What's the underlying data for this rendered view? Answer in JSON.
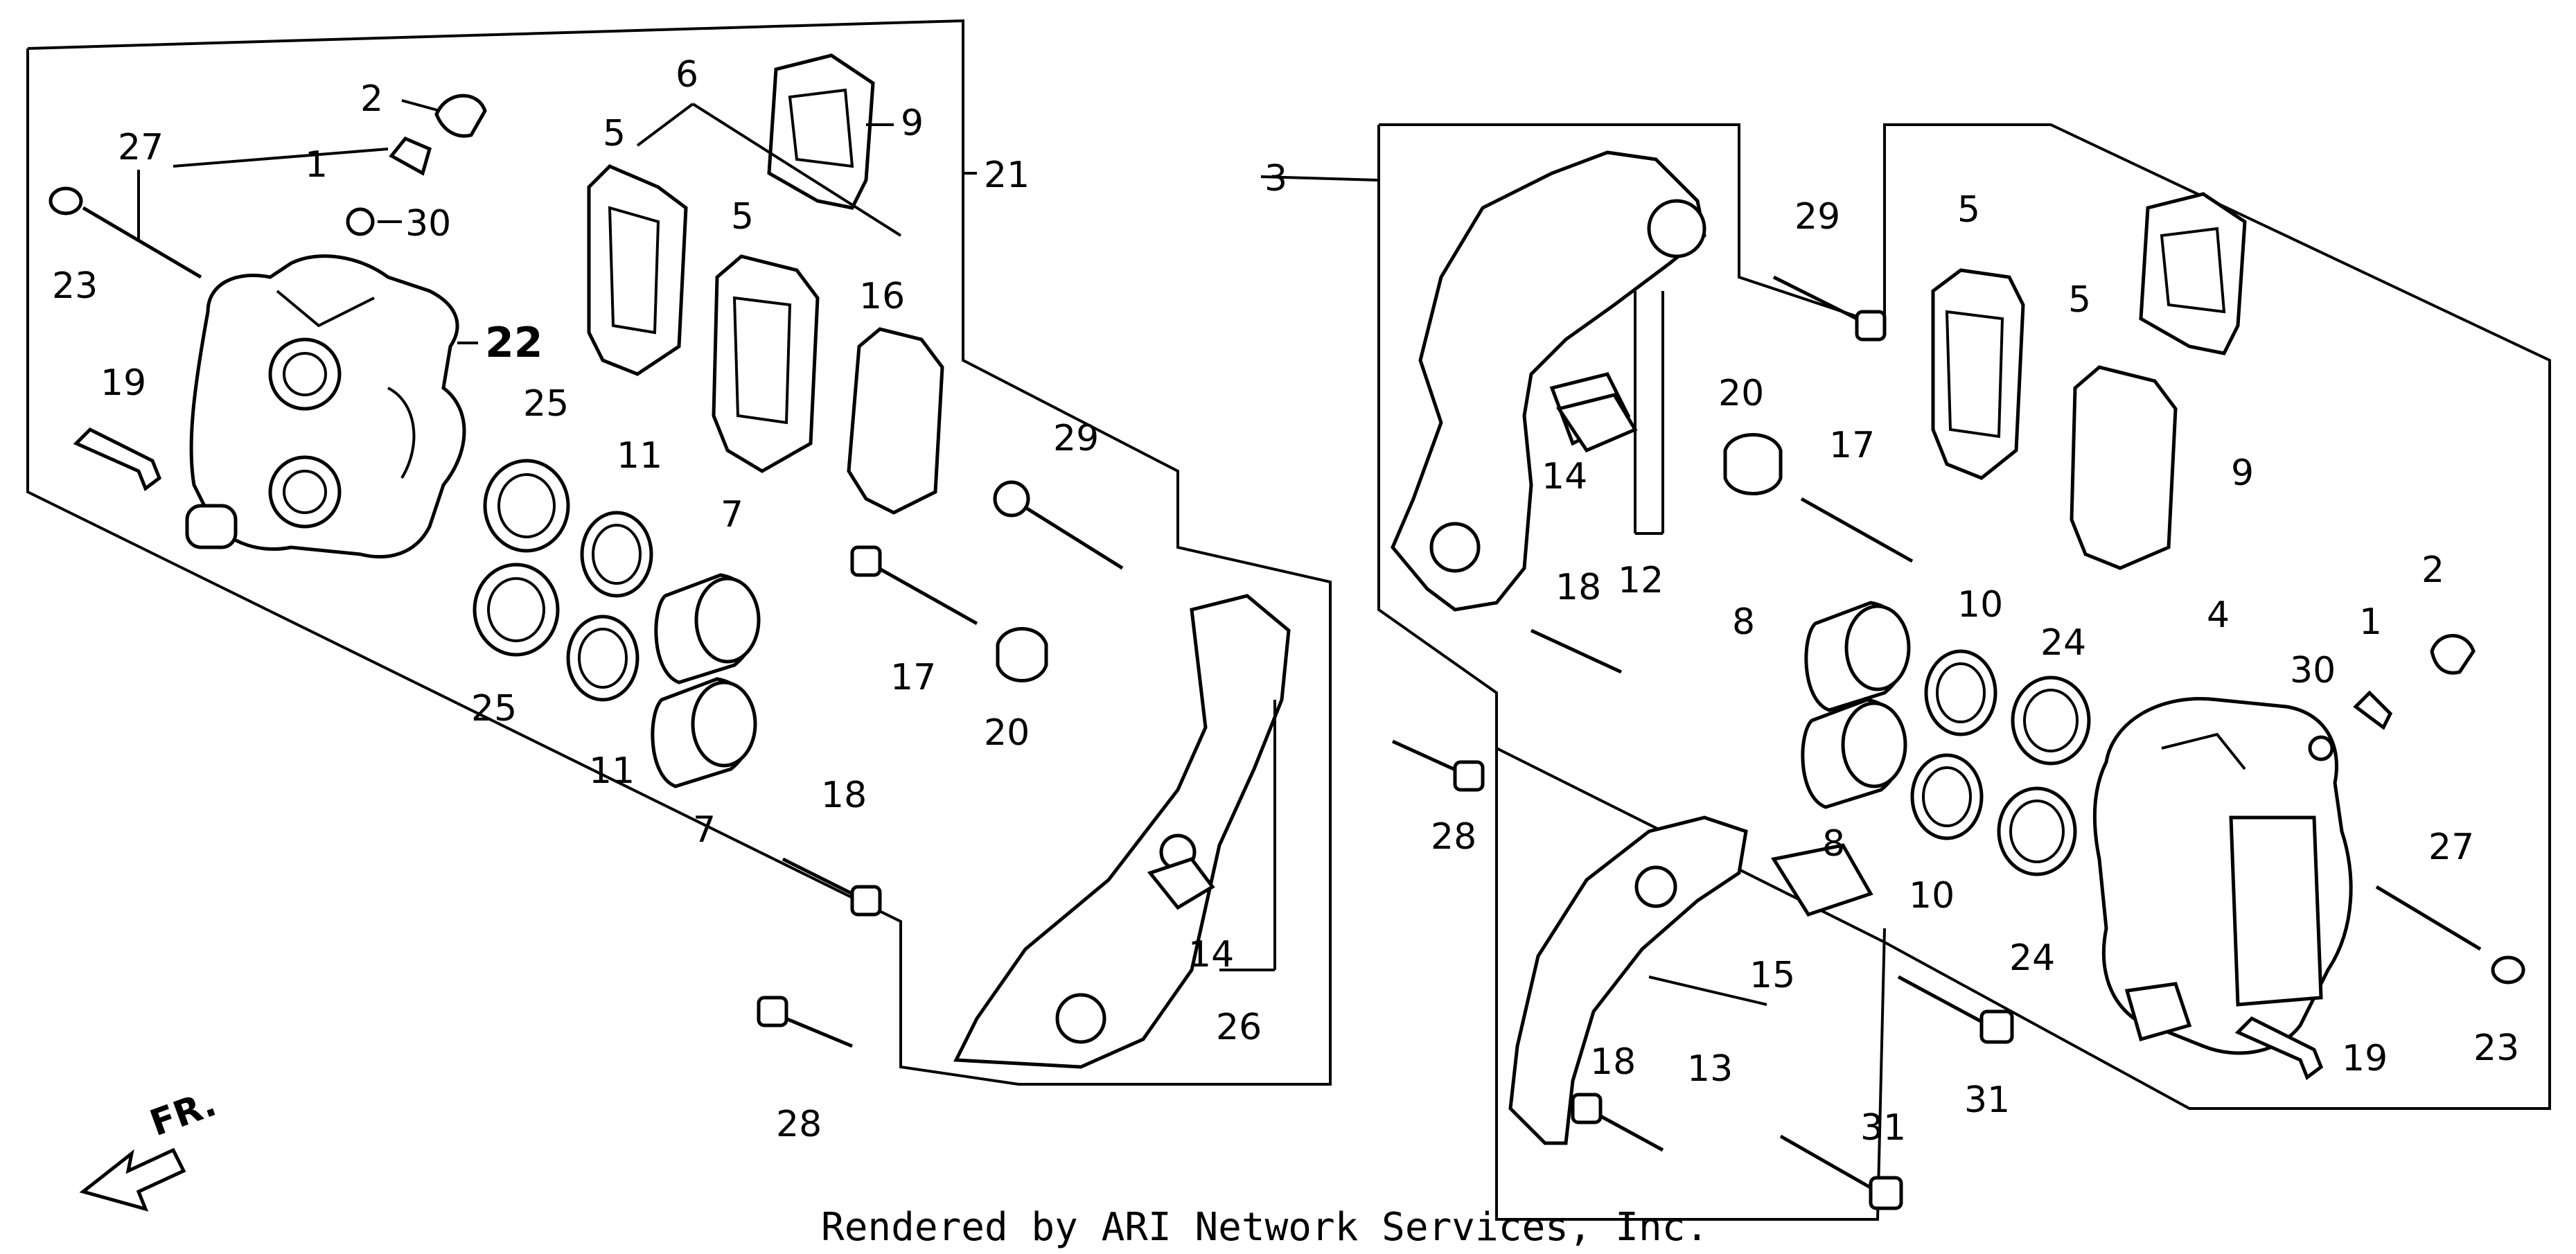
{
  "diagram": {
    "credit": "Rendered by ARI Network Services, Inc.",
    "direction_label": "FR.",
    "labels": {
      "l_1a": "1",
      "l_2a": "2",
      "l_27a": "27",
      "l_23a": "23",
      "l_30a": "30",
      "l_6": "6",
      "l_9a": "9",
      "l_5a": "5",
      "l_5b": "5",
      "l_21": "21",
      "l_16": "16",
      "l_22": "22",
      "l_19a": "19",
      "l_25a": "25",
      "l_25b": "25",
      "l_11a": "11",
      "l_11b": "11",
      "l_7a": "7",
      "l_7b": "7",
      "l_29a": "29",
      "l_17a": "17",
      "l_20a": "20",
      "l_18a": "18",
      "l_14a": "14",
      "l_26": "26",
      "l_28a": "28",
      "l_3": "3",
      "l_29b": "29",
      "l_5c": "5",
      "l_5d": "5",
      "l_9b": "9",
      "l_20b": "20",
      "l_17b": "17",
      "l_14b": "14",
      "l_12": "12",
      "l_18b": "18",
      "l_8a": "8",
      "l_8b": "8",
      "l_10a": "10",
      "l_10b": "10",
      "l_24a": "24",
      "l_24b": "24",
      "l_4": "4",
      "l_2b": "2",
      "l_1b": "1",
      "l_30b": "30",
      "l_28b": "28",
      "l_15": "15",
      "l_13": "13",
      "l_18c": "18",
      "l_31a": "31",
      "l_31b": "31",
      "l_27b": "27",
      "l_19b": "19",
      "l_23b": "23"
    }
  }
}
